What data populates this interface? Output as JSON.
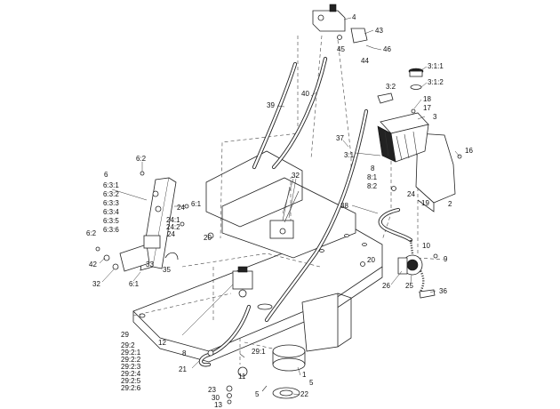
{
  "diagram": {
    "callouts": {
      "c4": "4",
      "c43": "43",
      "c45": "45",
      "c44": "44",
      "c46": "46",
      "c3_1_1": "3:1:1",
      "c3_1_2": "3:1:2",
      "c3_2": "3:2",
      "c18": "18",
      "c17": "17",
      "c3": "3",
      "c40": "40",
      "c39": "39",
      "c37": "37",
      "c16": "16",
      "c3_1": "3:1",
      "c8": "8",
      "c8_1": "8:1",
      "c8_2": "8:2",
      "c24a": "24",
      "c19": "19",
      "c2": "2",
      "c6_2a": "6:2",
      "c6": "6",
      "c6_3_1": "6:3:1",
      "c6_3_2": "6:3:2",
      "c6_3_3": "6:3:3",
      "c6_3_4": "6:3:4",
      "c6_3_5": "6:3:5",
      "c6_3_6": "6:3:6",
      "c24b": "24",
      "c6_1a": "6:1",
      "c24_1": "24:1",
      "c24_2": "24:2",
      "c24c": "24",
      "c32a": "32",
      "c38": "38",
      "c20a": "20",
      "c6_2b": "6:2",
      "c42": "42",
      "c33": "33",
      "c35": "35",
      "c32b": "32",
      "c6_1b": "6:1",
      "c10": "10",
      "c9": "9",
      "c20b": "20",
      "c26": "26",
      "c25": "25",
      "c36": "36",
      "c29": "29",
      "c12": "12",
      "c29_2": "29:2",
      "c29_2_1": "29:2:1",
      "c29_2_2": "29:2:2",
      "c29_2_3": "29:2:3",
      "c29_2_4": "29:2:4",
      "c29_2_5": "29:2:5",
      "c29_2_6": "29:2:6",
      "c8b": "8",
      "c29_1": "29:1",
      "c21": "21",
      "c11": "11",
      "c1": "1",
      "c23": "23",
      "c30": "30",
      "c13": "13",
      "c5a": "5",
      "c5b": "5",
      "c22": "22"
    }
  }
}
